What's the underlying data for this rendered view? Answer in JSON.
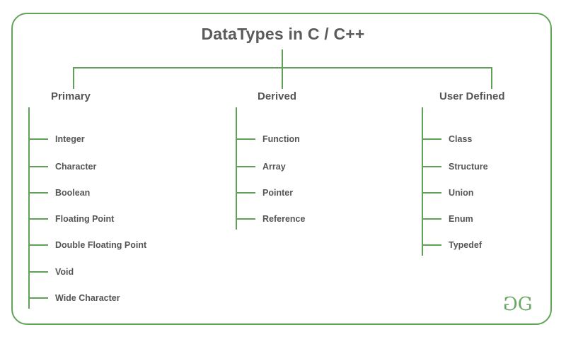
{
  "title": "DataTypes in C / C++",
  "theme": {
    "line_color": "#60a058",
    "border_color": "#64a35a",
    "text_color": "#555555",
    "title_color": "#5b5b5b",
    "background": "#ffffff"
  },
  "logo": {
    "mirrored_g": "G",
    "g": "G",
    "alt": "GeeksforGeeks logo"
  },
  "chart_data": {
    "type": "tree-diagram",
    "root": "DataTypes in C / C++",
    "branches": [
      {
        "label": "Primary",
        "children": [
          "Integer",
          "Character",
          "Boolean",
          "Floating Point",
          "Double Floating Point",
          "Void",
          "Wide Character"
        ]
      },
      {
        "label": "Derived",
        "children": [
          "Function",
          "Array",
          "Pointer",
          "Reference"
        ]
      },
      {
        "label": "User Defined",
        "children": [
          "Class",
          "Structure",
          "Union",
          "Enum",
          "Typedef"
        ]
      }
    ]
  }
}
